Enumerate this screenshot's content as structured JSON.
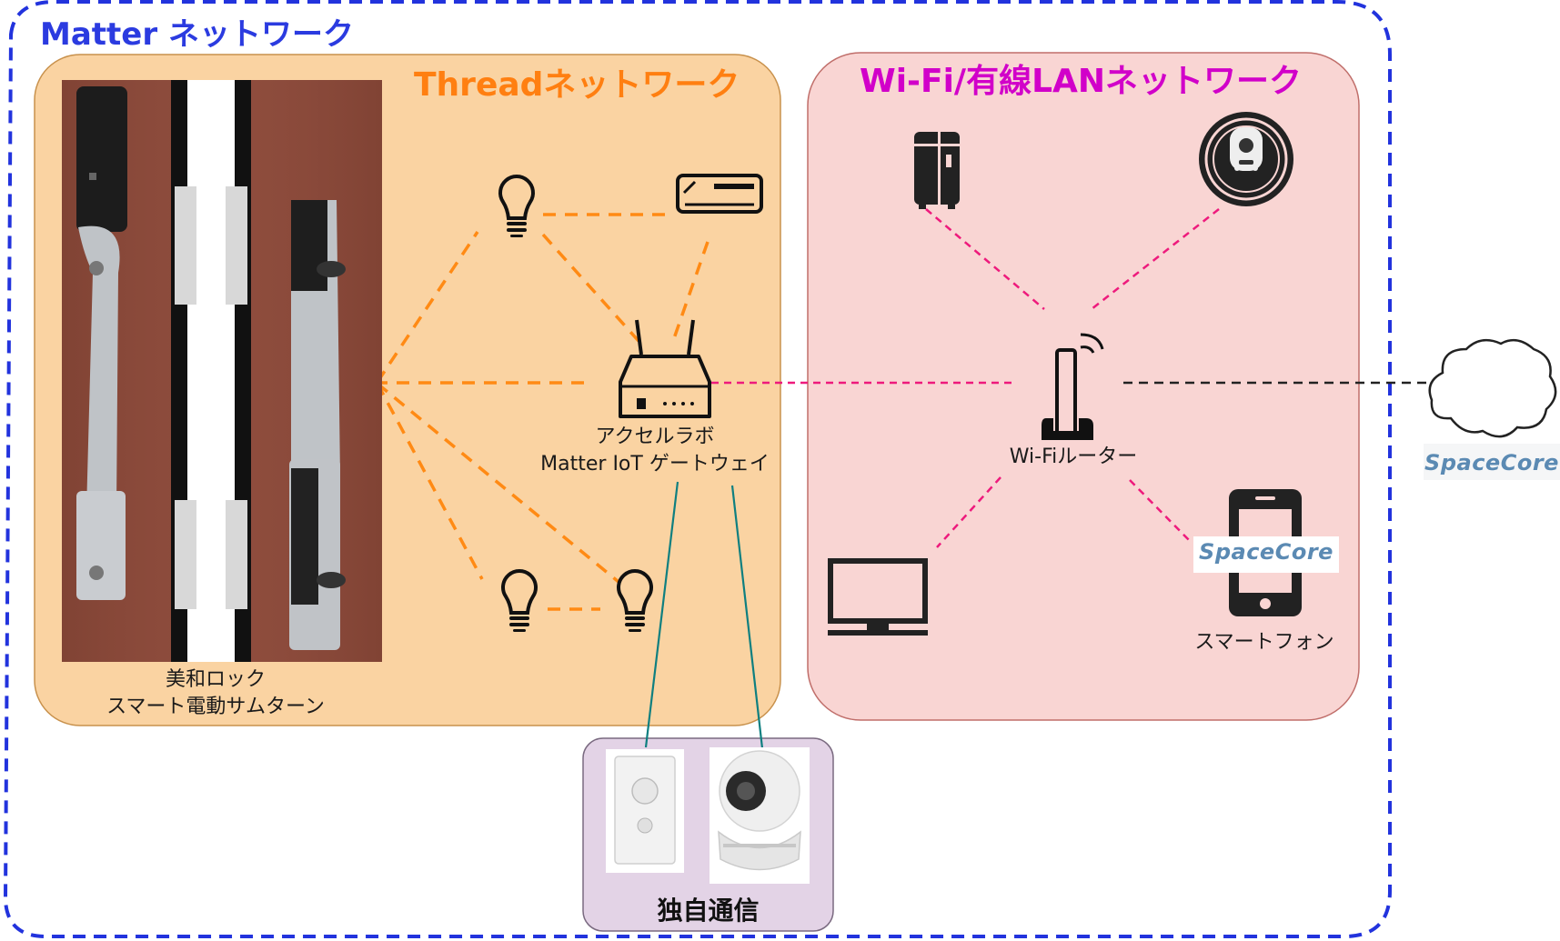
{
  "colors": {
    "matter_border": "#2233dd",
    "matter_title": "#2b3be0",
    "thread_fill": "#fad3a2",
    "thread_border": "#c8914c",
    "thread_title": "#ff7f11",
    "thread_link": "#ff8a14",
    "wifi_fill": "#f9d5d3",
    "wifi_border": "#c06e6a",
    "wifi_title": "#d100c9",
    "wifi_link": "#ee1a7c",
    "proprietary_fill": "#e3d3e6",
    "proprietary_border": "#7a6a80",
    "proprietary_link": "#0f7f80",
    "spacecore_blue": "#5b8ab3"
  },
  "matter_network": {
    "title": "Matter ネットワーク"
  },
  "thread_network": {
    "title": "Threadネットワーク"
  },
  "wifi_network": {
    "title": "Wi-Fi/有線LANネットワーク"
  },
  "proprietary": {
    "title": "独自通信"
  },
  "devices": {
    "smart_lock": {
      "label_line1": "美和ロック",
      "label_line2": "スマート電動サムターン",
      "icon": "door-lock-photo"
    },
    "gateway": {
      "label_line1": "アクセルラボ",
      "label_line2": "Matter IoT ゲートウェイ",
      "icon": "router-icon"
    },
    "wifi_router": {
      "label": "Wi-Fiルーター",
      "icon": "wifi-router-icon"
    },
    "smartphone": {
      "label": "スマートフォン",
      "app": "SpaceCore",
      "icon": "smartphone-icon"
    },
    "cloud": {
      "label": "SpaceCore",
      "icon": "cloud-icon"
    },
    "others": [
      "bulb-icon",
      "air-conditioner-icon",
      "refrigerator-icon",
      "robot-vacuum-icon",
      "tv-icon",
      "motion-sensor-photo",
      "camera-photo"
    ]
  }
}
